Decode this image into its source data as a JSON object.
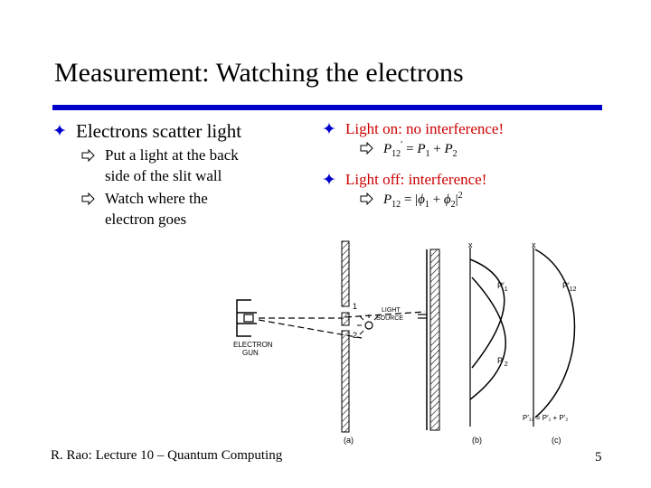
{
  "slide": {
    "title": "Measurement: Watching the electrons",
    "left_bullet": "Electrons scatter light",
    "left_sub1_line1": "Put a light at the back",
    "left_sub1_line2": "side of the slit wall",
    "left_sub2_line1": "Watch where the",
    "left_sub2_line2": "electron goes",
    "right_bullet1": "Light on: no interference!",
    "right_bullet2": "Light off: interference!",
    "footer": "R. Rao: Lecture 10 – Quantum Computing",
    "page_number": "5"
  },
  "eq1": {
    "lhs": "P",
    "lhs_sub": "12",
    "lhs_prime": "′",
    "eq_sign": " = ",
    "t1": "P",
    "t1_sub": "1",
    "plus": " + ",
    "t2": "P",
    "t2_sub": "2"
  },
  "eq2": {
    "lhs": "P",
    "lhs_sub": "12",
    "eq_sign": " = ",
    "bar_open": "|",
    "phi1": "ϕ",
    "phi1_sub": "1",
    "plus": " + ",
    "phi2": "ϕ",
    "phi2_sub": "2",
    "bar_close": "|",
    "exp": "2"
  },
  "figure": {
    "label_electron": "ELECTRON",
    "label_gun": "GUN",
    "label_light": "LIGHT",
    "label_source": "SOURCE",
    "slit1": "1",
    "slit2": "2",
    "axis_x_b": "x",
    "axis_x_c": "x",
    "label_p1": "P′",
    "label_p1_sub": "1",
    "label_p2": "P′",
    "label_p2_sub": "2",
    "label_p12": "P′",
    "label_p12_sub": "12",
    "label_bottom_eq": "P′₁₂ = P′₁ + P′₂",
    "cap_a": "(a)",
    "cap_b": "(b)",
    "cap_c": "(c)"
  },
  "colors": {
    "accent_rule": "#0000cc",
    "bullet_star": "#0000cc",
    "highlight_text": "#cc0000"
  },
  "icons": {
    "bullet": "four-point-star",
    "sub_bullet": "hollow-right-arrow"
  }
}
